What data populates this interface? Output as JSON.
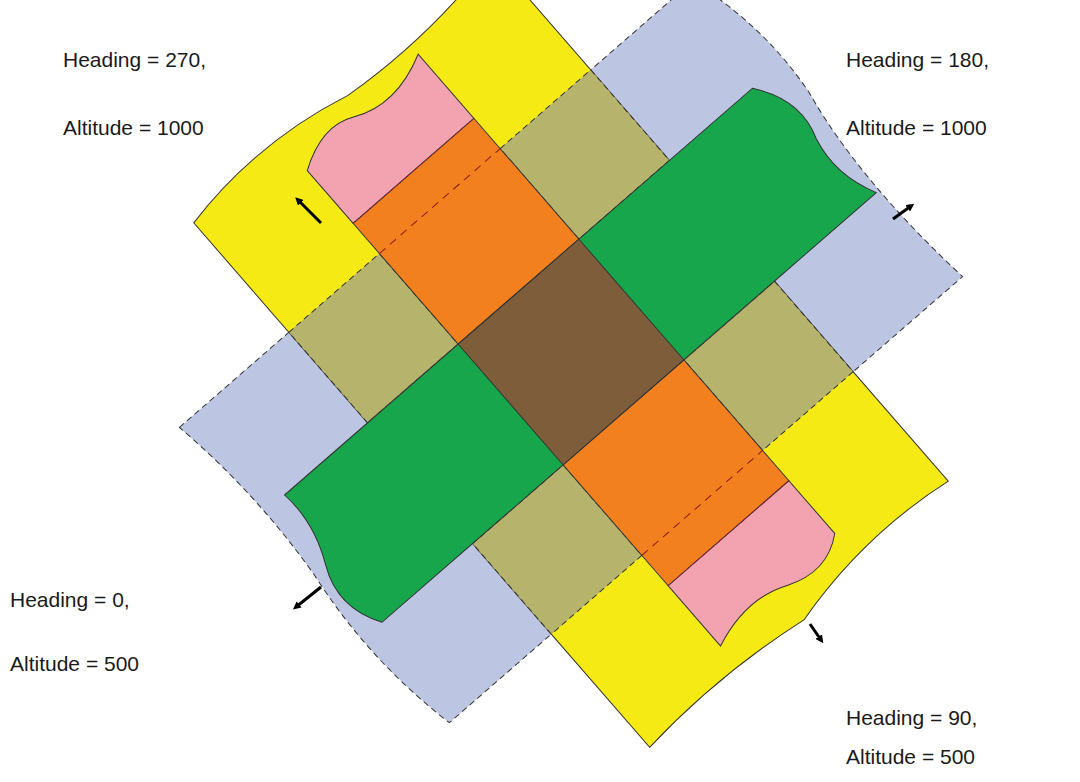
{
  "diagram": {
    "labels": [
      "Heading = 270,",
      "Altitude = 1000",
      "Heading = 180,",
      "Altitude = 1000",
      "Heading = 0,",
      "Altitude = 500",
      "Heading = 90,",
      "Altitude = 500"
    ]
  }
}
